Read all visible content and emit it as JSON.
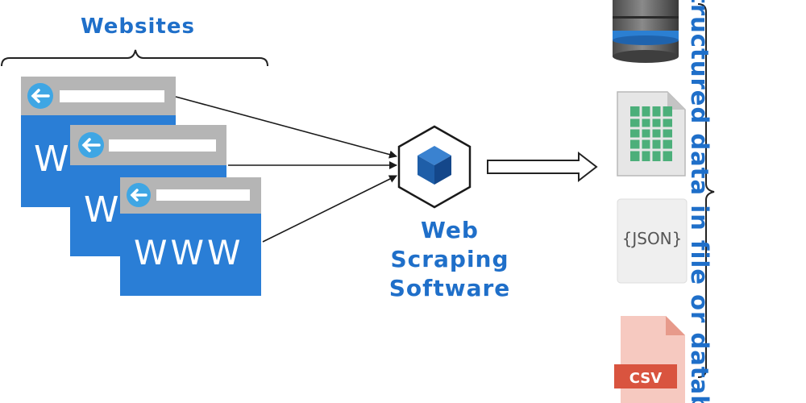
{
  "diagram": {
    "websites_title": "Websites",
    "browser_text": "WWW",
    "software_line1": "Web Scraping",
    "software_line2": "Software",
    "output_label": "tructured data in file or database",
    "json_label": "{JSON}",
    "csv_label": "CSV"
  },
  "colors": {
    "accent": "#1f6fc9",
    "window_blue": "#2a7ed6",
    "titlebar_gray": "#b5b5b5",
    "sheet_green": "#4caf7a",
    "csv_red": "#d9543f"
  }
}
